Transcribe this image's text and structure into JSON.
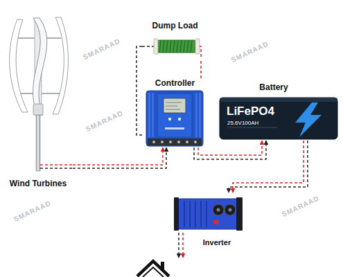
{
  "diagram": {
    "nodes": [
      {
        "text": [
          "Wind Turbines"
        ]
      },
      {
        "text": [
          "Dump Load"
        ]
      },
      {
        "text": [
          "Controller"
        ]
      },
      {
        "text": [
          "Battery",
          "LiFePO4",
          "25.6V100AH"
        ]
      },
      {
        "text": [
          "Inverter"
        ]
      }
    ],
    "edges": [
      {
        "from": 0,
        "to": 2,
        "arrow": "to"
      },
      {
        "from": 2,
        "to": 1,
        "arrow": "none"
      },
      {
        "from": 2,
        "to": 3,
        "arrow": "to"
      },
      {
        "from": 3,
        "to": 4,
        "arrow": "to"
      }
    ],
    "labels": [
      "SMARAAD",
      "SMARAAD",
      "SMARAAD",
      "SMARAAD",
      "SMARAAD"
    ]
  }
}
